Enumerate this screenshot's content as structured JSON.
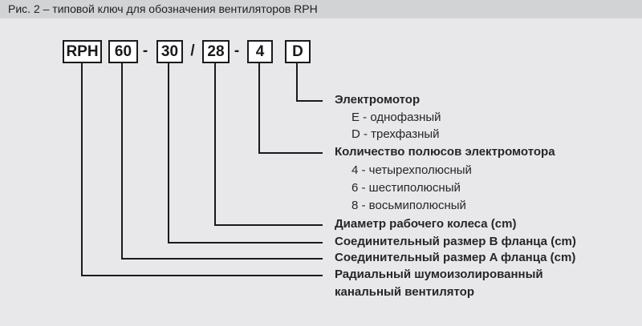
{
  "title": "Рис. 2 – типовой ключ для обозначения вентиляторов RPH",
  "code": {
    "boxes": [
      {
        "label": "RPH"
      },
      {
        "label": "60"
      },
      {
        "label": "30"
      },
      {
        "label": "28"
      },
      {
        "label": "4"
      },
      {
        "label": "D"
      }
    ],
    "separators": [
      "-",
      "/",
      "-"
    ]
  },
  "legend": [
    {
      "heading": "Электромотор",
      "items": [
        "E - однофазный",
        "D - трехфазный"
      ]
    },
    {
      "heading": "Количество полюсов электромотора",
      "items": [
        "4 - четырехполюсный",
        "6 - шестиполюсный",
        "8 - восьмиполюсный"
      ]
    },
    {
      "heading": "Диаметр рабочего колеса (cm)",
      "items": []
    },
    {
      "heading": "Соединительный размер B фланца (cm)",
      "items": []
    },
    {
      "heading": "Соединительный размер A фланца (cm)",
      "items": []
    },
    {
      "heading": "Радиальный шумоизолированный канальный вентилятор",
      "items": []
    }
  ],
  "colors": {
    "title_bar_bg": "#d2d3d5",
    "page_bg": "#e8e8ea",
    "box_bg": "#ffffff",
    "line_color": "#1a1a1a",
    "text_color": "#262626"
  }
}
